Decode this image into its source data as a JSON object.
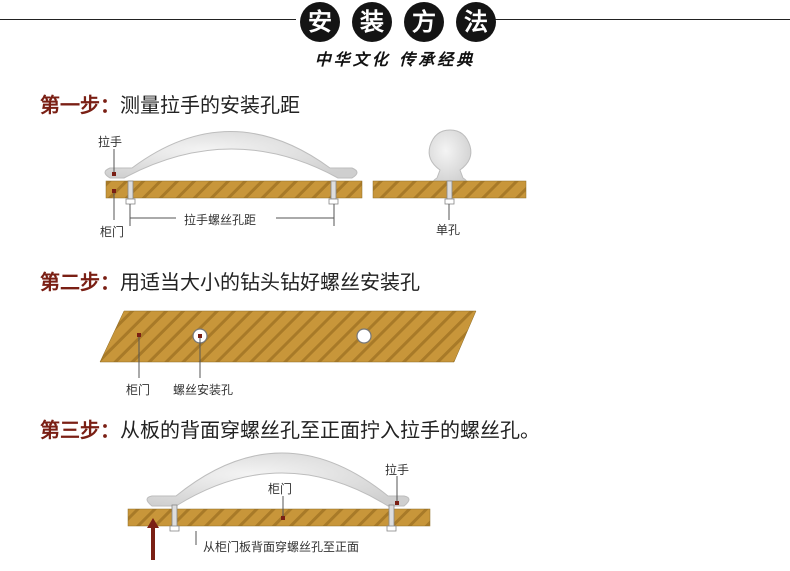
{
  "banner": {
    "title_chars": [
      "安",
      "装",
      "方",
      "法"
    ],
    "subtitle": "中华文化 传承经典"
  },
  "steps": [
    {
      "label": "第一步：",
      "text": "测量拉手的安装孔距"
    },
    {
      "label": "第二步：",
      "text": "用适当大小的钻头钻好螺丝安装孔"
    },
    {
      "label": "第三步：",
      "text": "从板的背面穿螺丝孔至正面拧入拉手的螺丝孔。"
    }
  ],
  "step1_labels": {
    "handle": "拉手",
    "door": "柜门",
    "distance": "拉手螺丝孔距",
    "single": "单孔"
  },
  "step2_labels": {
    "door": "柜门",
    "hole": "螺丝安装孔"
  },
  "step3_labels": {
    "door": "柜门",
    "handle": "拉手",
    "through": "从柜门板背面穿螺丝孔至正面"
  },
  "colors": {
    "wood": "#c8963a",
    "wood_stripe": "#a87a28",
    "handle": "#e6e6e6",
    "step_label": "#7a1f14",
    "arrow": "#7a1f14"
  }
}
